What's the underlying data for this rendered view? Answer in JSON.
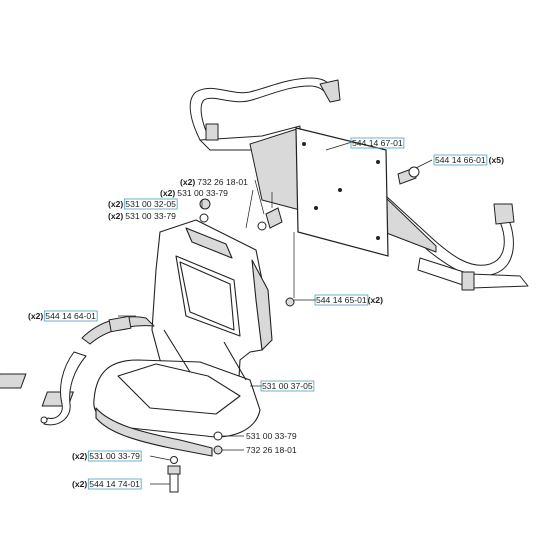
{
  "colors": {
    "line": "#222222",
    "part_fill": "#ffffff",
    "shade": "#d9d9d9",
    "box": "#4aa3b5"
  },
  "callouts": [
    {
      "qty": "",
      "part": "544 14 67-01",
      "boxed": true
    },
    {
      "qty": "(x5)",
      "part": "544 14 66-01",
      "boxed": true
    },
    {
      "qty": "(x2)",
      "part": "732 26 18-01",
      "boxed": false
    },
    {
      "qty": "(x2)",
      "part": "531 00 33-79",
      "boxed": false
    },
    {
      "qty": "(x2)",
      "part": "531 00 32-05",
      "boxed": true
    },
    {
      "qty": "(x2)",
      "part": "531 00 33-79",
      "boxed": false
    },
    {
      "qty": "(x2)",
      "part": "544 14 65-01",
      "boxed": true
    },
    {
      "qty": "(x2)",
      "part": "544 14 64-01",
      "boxed": true
    },
    {
      "qty": "",
      "part": "531 00 37-05",
      "boxed": true
    },
    {
      "qty": "",
      "part": "531 00 33-79",
      "boxed": false
    },
    {
      "qty": "",
      "part": "732 26 18-01",
      "boxed": false
    },
    {
      "qty": "(x2)",
      "part": "531 00 33-79",
      "boxed": true
    },
    {
      "qty": "(x2)",
      "part": "544 14 74-01",
      "boxed": true
    }
  ]
}
